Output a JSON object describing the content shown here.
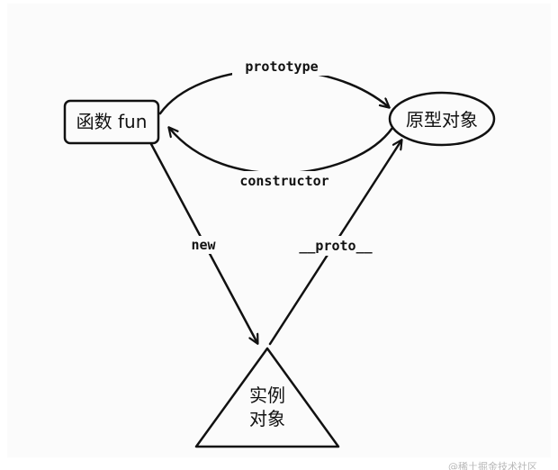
{
  "nodes": {
    "function": {
      "label": "函数 fun"
    },
    "prototype_object": {
      "label": "原型对象"
    },
    "instance": {
      "line1": "实例",
      "line2": "对象"
    }
  },
  "edges": {
    "prototype": {
      "label": "prototype"
    },
    "constructor": {
      "label": "constructor"
    },
    "new": {
      "label": "new"
    },
    "proto": {
      "label": "__proto__"
    }
  },
  "watermark": {
    "text": "@稀土掘金技术社区"
  },
  "colors": {
    "stroke": "#111111",
    "background": "#fbfbfb"
  }
}
